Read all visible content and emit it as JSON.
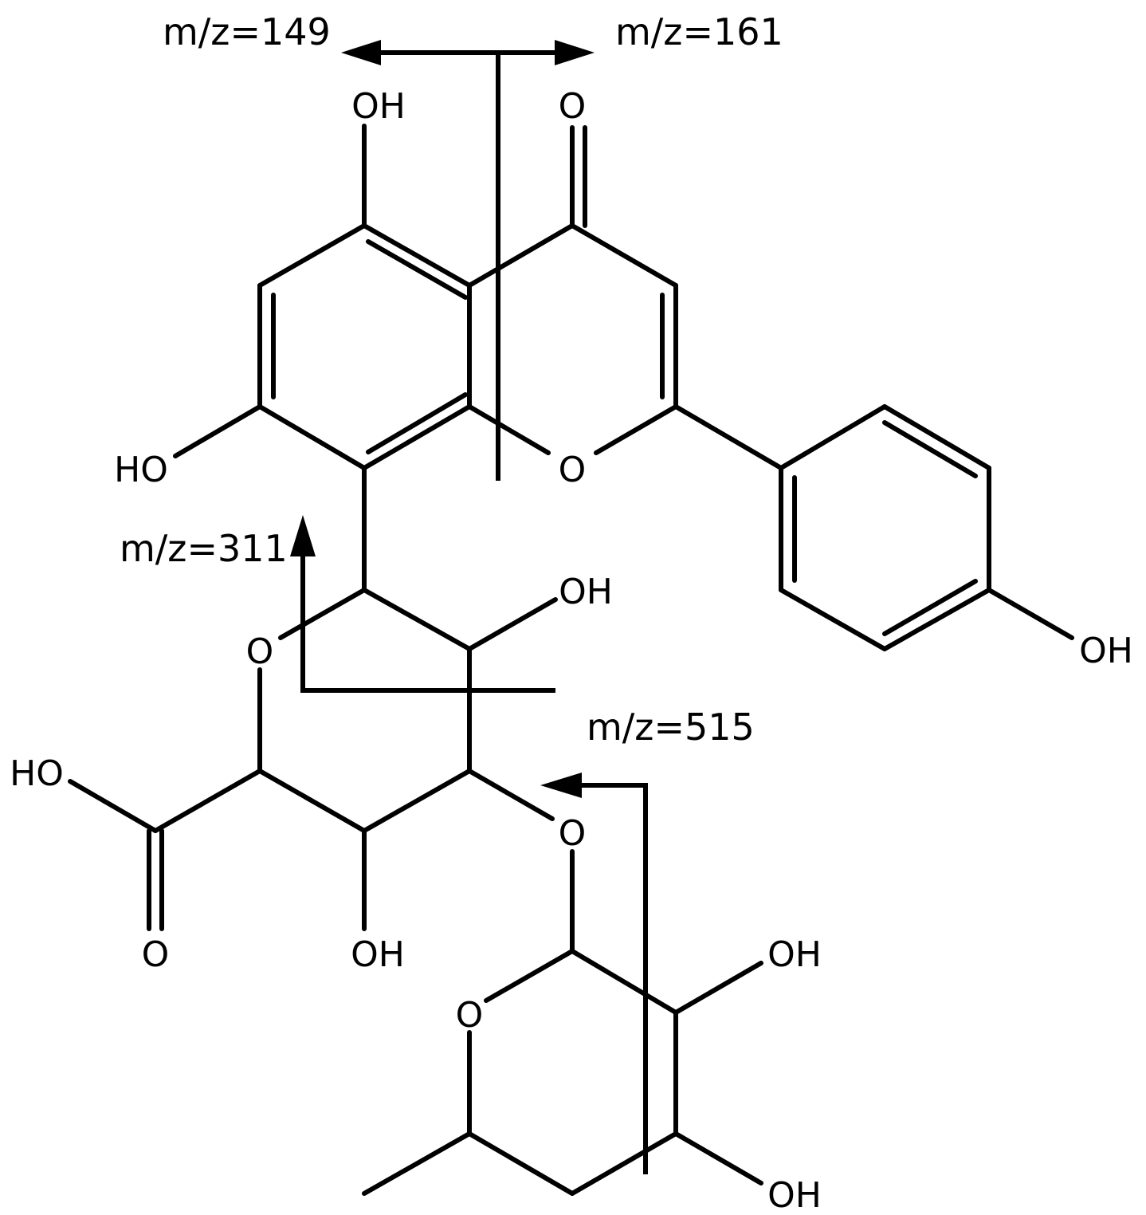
{
  "atom_labels": {
    "oh_5": "OH",
    "o_carbonyl": "O",
    "ho_7": "HO",
    "o_ring": "O",
    "oh_4prime": "OH",
    "oh_glc2": "OH",
    "o_glc_ring": "O",
    "ho_acid": "HO",
    "o_acid": "O",
    "oh_glc4": "OH",
    "o_glyco": "O",
    "o_rha_ring": "O",
    "oh_rha2": "OH",
    "oh_rha3": "OH"
  },
  "fragments": {
    "mz_149": "m/z=149",
    "mz_161": "m/z=161",
    "mz_311": "m/z=311",
    "mz_515": "m/z=515"
  },
  "colors": {
    "ink": "#000000",
    "background": "#ffffff"
  }
}
